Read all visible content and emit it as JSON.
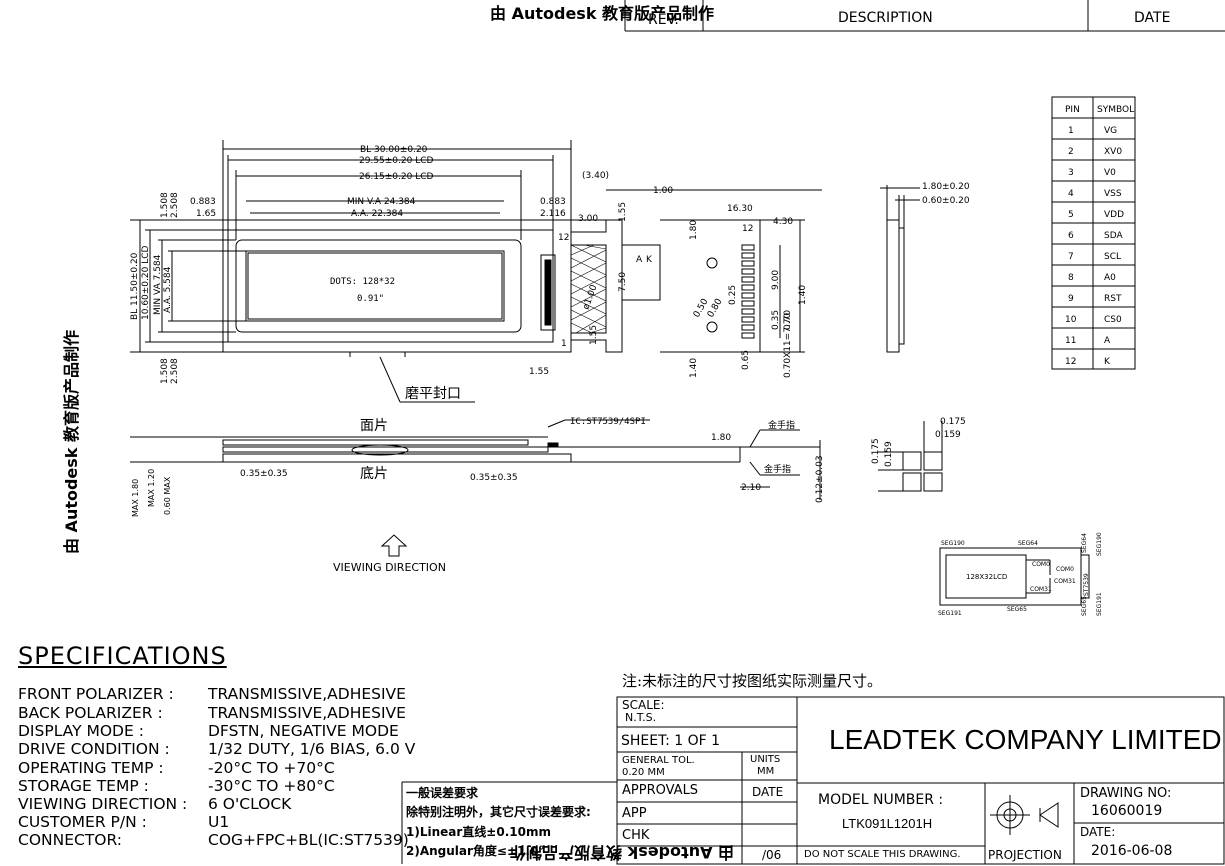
{
  "watermarks": {
    "top": "由 Autodesk 教育版产品制作",
    "side": "由 Autodesk 教育版产品制作",
    "bottom": "由 Autodesk 教育版产品制作"
  },
  "revision_header": {
    "rev": "REV.",
    "description": "DESCRIPTION",
    "date": "DATE"
  },
  "front_view": {
    "dims_top": [
      "BL 30.00±0.20",
      "29.55±0.20 LCD",
      "26.15±0.20 LCD",
      "MIN V.A 24.384",
      "A.A. 22.384"
    ],
    "dims_left_small": [
      "0.883",
      "1.65",
      "1.508",
      "2.508"
    ],
    "dims_right_small": [
      "0.883",
      "2.116",
      "(3.40)",
      "3.00",
      "1.55"
    ],
    "dims_vertical": [
      "BL 11.50±0.20",
      "10.60±0.20 LCD",
      "MIN VA 7.584",
      "A.A. 5.584"
    ],
    "dims_bottom_left": [
      "1.508",
      "2.508"
    ],
    "dots_label": "DOTS: 128*32",
    "size_label": "0.91\"",
    "seal_label": "磨平封口",
    "pin12": "12",
    "pin1": "1",
    "fpc_marks": [
      "7.50",
      "1.55",
      "1.00",
      "16.30",
      "4.30",
      "1.80",
      "1.40",
      "1.40",
      "9.00",
      "0.35",
      "0.70",
      "0.70X11=7.70",
      "0.65",
      "0.25",
      "0.50",
      "0.80",
      "ø1.00",
      "A",
      "K"
    ]
  },
  "side_view": {
    "d1": "1.80±0.20",
    "d2": "0.60±0.20"
  },
  "pin_table": {
    "headers": [
      "PIN",
      "SYMBOL"
    ],
    "rows": [
      [
        "1",
        "VG"
      ],
      [
        "2",
        "XV0"
      ],
      [
        "3",
        "V0"
      ],
      [
        "4",
        "VSS"
      ],
      [
        "5",
        "VDD"
      ],
      [
        "6",
        "SDA"
      ],
      [
        "7",
        "SCL"
      ],
      [
        "8",
        "A0"
      ],
      [
        "9",
        "RST"
      ],
      [
        "10",
        "CS0"
      ],
      [
        "11",
        "A"
      ],
      [
        "12",
        "K"
      ]
    ]
  },
  "section_view": {
    "top_label": "面片",
    "bottom_label": "底片",
    "ic_label": "IC:ST7539/4SPI",
    "gold_finger_1": "金手指",
    "gold_finger_2": "金手指",
    "d_left": "0.35±0.35",
    "d_mid": "0.35±0.35",
    "d_180": "1.80",
    "d_210": "2.10",
    "d_012": "0.12±0.03",
    "left_dims": [
      "MAX 1.80",
      "MAX 1.20",
      "0.60 MAX"
    ]
  },
  "dot_detail": {
    "d1": "0.175",
    "d2": "0.159",
    "d3": "0.175",
    "d4": "0.159"
  },
  "viewing": {
    "label": "VIEWING  DIRECTION"
  },
  "ic_diagram": {
    "lcd": "128X32LCD",
    "labels": [
      "SEG190",
      "SEG64",
      "SEG191",
      "SEG65",
      "COM0",
      "COM0",
      "COM31",
      "COM31",
      "ST7539",
      "SEG64",
      "SEG190",
      "SEG65",
      "SEG191"
    ]
  },
  "specifications": {
    "title": "SPECIFICATIONS",
    "rows": [
      {
        "label": "FRONT POLARIZER :",
        "value": "TRANSMISSIVE,ADHESIVE"
      },
      {
        "label": "BACK POLARIZER :",
        "value": "TRANSMISSIVE,ADHESIVE"
      },
      {
        "label": "DISPLAY MODE :",
        "value": "DFSTN, NEGATIVE MODE"
      },
      {
        "label": "DRIVE CONDITION :",
        "value": "1/32 DUTY, 1/6 BIAS, 6.0 V"
      },
      {
        "label": "OPERATING TEMP :",
        "value": "-20°C TO +70°C"
      },
      {
        "label": "STORAGE TEMP :",
        "value": "-30°C TO +80°C"
      },
      {
        "label": "VIEWING DIRECTION :",
        "value": "6 O'CLOCK"
      },
      {
        "label": "CUSTOMER P/N :",
        "value": "U1"
      },
      {
        "label": "CONNECTOR:",
        "value": "COG+FPC+BL(IC:ST7539)"
      }
    ]
  },
  "tolerance": {
    "title": "一般误差要求",
    "line1": "除特别注明外，其它尺寸误差要求:",
    "line2": "1)Linear直线±0.10mm",
    "line3": "2)Angular角度≤±1.0°"
  },
  "note": "注:未标注的尺寸按图纸实际测量尺寸。",
  "title_block": {
    "scale_label": "SCALE:",
    "scale_value": "N.T.S.",
    "sheet": "SHEET:  1   OF  1",
    "gen_tol_label": "GENERAL TOL.",
    "gen_tol_value": "0.20  MM",
    "units_label": "UNITS",
    "units_value": "MM",
    "approvals": "APPROVALS",
    "date": "DATE",
    "app": "APP",
    "chk": "CHK",
    "chk_date": "/06",
    "company": "LEADTEK COMPANY LIMITED",
    "model_label": "MODEL  NUMBER :",
    "model_value": "LTK091L1201H",
    "drawing_no_label": "DRAWING  NO:",
    "drawing_no_value": "16060019",
    "date_label": "DATE:",
    "date_value": "2016-06-08",
    "no_scale": "DO  NOT  SCALE  THIS  DRAWING.",
    "projection": "PROJECTION"
  }
}
